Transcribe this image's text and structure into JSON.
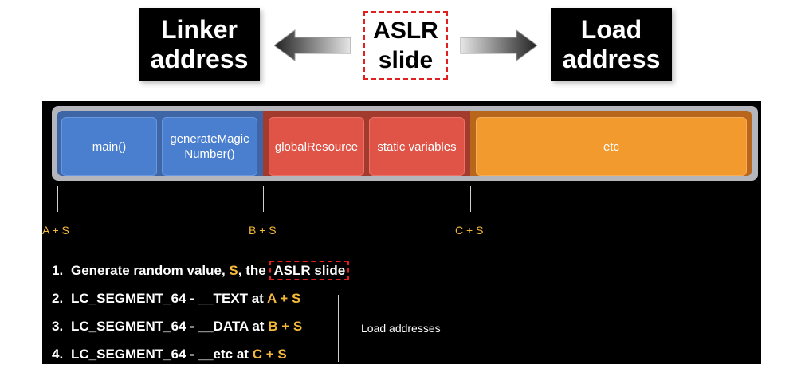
{
  "header": {
    "linker_address": "Linker\naddress",
    "aslr_slide": "ASLR\nslide",
    "load_address": "Load\naddress"
  },
  "segments": {
    "main": "main()",
    "generate_magic_number": "generateMagic\nNumber()",
    "global_resource": "globalResource",
    "static_variables": "static variables",
    "etc": "etc"
  },
  "markers": [
    "A + S",
    "B + S",
    "C + S"
  ],
  "steps": [
    {
      "num": "1.",
      "text": "Generate random value, ",
      "var": "S",
      "suffix": ", the ",
      "slide": "ASLR slide"
    },
    {
      "num": "2.",
      "text": "LC_SEGMENT_64 - __TEXT at ",
      "addr": "A + S"
    },
    {
      "num": "3.",
      "text": "LC_SEGMENT_64 - __DATA at ",
      "addr": "B + S"
    },
    {
      "num": "4.",
      "text": "LC_SEGMENT_64 - __etc at ",
      "addr": "C + S"
    }
  ],
  "load_addresses_label": "Load addresses",
  "colors": {
    "text_region": "#3e66a7",
    "data_region": "#a23b2e",
    "etc_region": "#b8661c",
    "text_segment": "#4a7fcf",
    "data_segment": "#e05447",
    "etc_segment": "#f39a2f",
    "highlight": "#f4b93a",
    "dashed_border": "#e02020"
  }
}
